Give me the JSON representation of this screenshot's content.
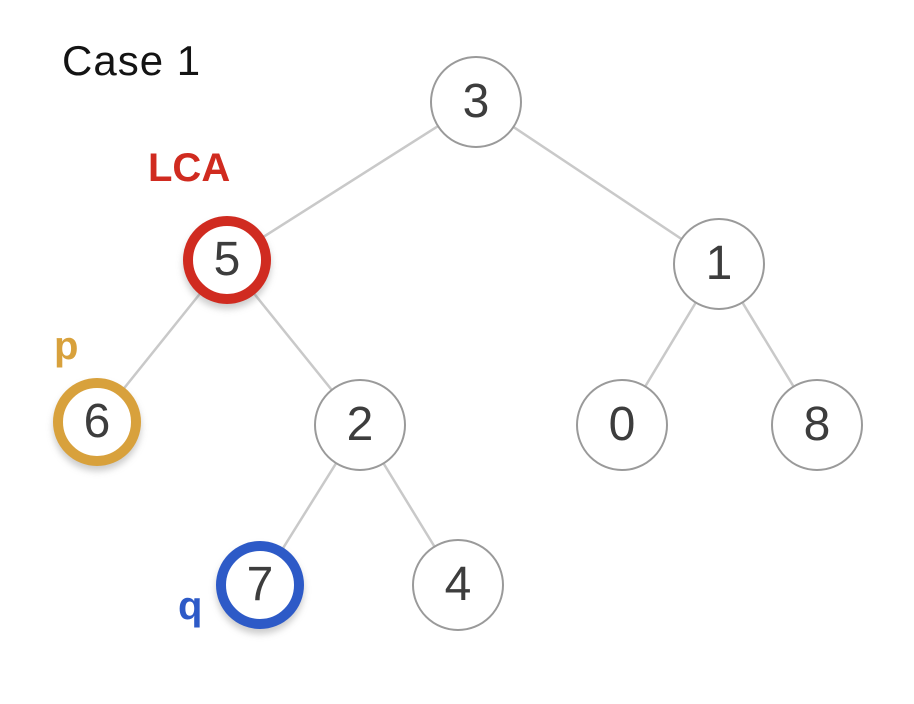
{
  "title": "Case 1",
  "annotations": {
    "lca_label": "LCA",
    "p_label": "p",
    "q_label": "q"
  },
  "colors": {
    "lca": "#d02b20",
    "p": "#d8a13c",
    "q": "#2d5ac7",
    "node_border": "#9a9a9a",
    "node_text": "#3d3d3d",
    "edge": "#c9c9c9",
    "title_text": "#141414"
  },
  "tree": {
    "nodes": {
      "n3": "3",
      "n5": "5",
      "n1": "1",
      "n6": "6",
      "n2": "2",
      "n0": "0",
      "n8": "8",
      "n7": "7",
      "n4": "4"
    },
    "edges": [
      [
        "3",
        "5"
      ],
      [
        "3",
        "1"
      ],
      [
        "5",
        "6"
      ],
      [
        "5",
        "2"
      ],
      [
        "1",
        "0"
      ],
      [
        "1",
        "8"
      ],
      [
        "2",
        "7"
      ],
      [
        "2",
        "4"
      ]
    ],
    "highlights": {
      "lca_node": "5",
      "p_node": "6",
      "q_node": "7"
    }
  }
}
